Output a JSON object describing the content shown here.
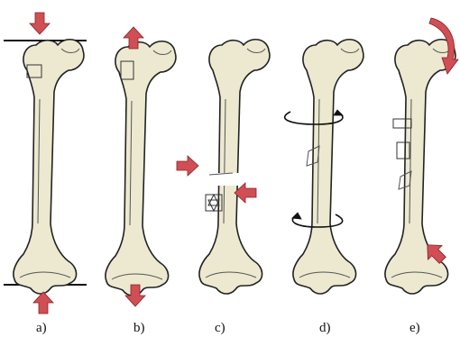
{
  "figure": {
    "panels": [
      {
        "label": "a)",
        "load": "compression"
      },
      {
        "label": "b)",
        "load": "tension"
      },
      {
        "label": "c)",
        "load": "shear"
      },
      {
        "label": "d)",
        "load": "torsion"
      },
      {
        "label": "e)",
        "load": "bending"
      }
    ],
    "colors": {
      "bone_fill": "#ece9d0",
      "bone_outline": "#222222",
      "arrow": "#cf4f55",
      "reference_line": "#111111"
    }
  }
}
